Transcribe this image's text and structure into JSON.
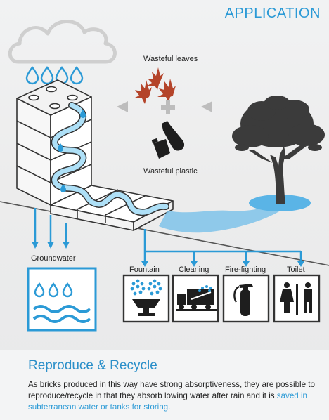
{
  "header": {
    "title": "APPLICATION"
  },
  "labels": {
    "leaves": "Wasteful leaves",
    "plastic": "Wasteful plastic",
    "groundwater": "Groundwater",
    "fountain": "Fountain",
    "cleaning": "Cleaning",
    "firefighting": "Fire-fighting",
    "toilet": "Toilet"
  },
  "footer": {
    "heading": "Reproduce & Recycle",
    "body_text": "As bricks produced in this way have strong absorptiveness, they are possible to reproduce/recycle in that they absorb lowing water after rain and it is ",
    "body_highlight": "saved in subterranean water or tanks for storing."
  },
  "colors": {
    "accent_blue": "#2b9ad6",
    "water_blue": "#5ab4e6",
    "leaf_red": "#b4442a",
    "dark": "#222222"
  }
}
